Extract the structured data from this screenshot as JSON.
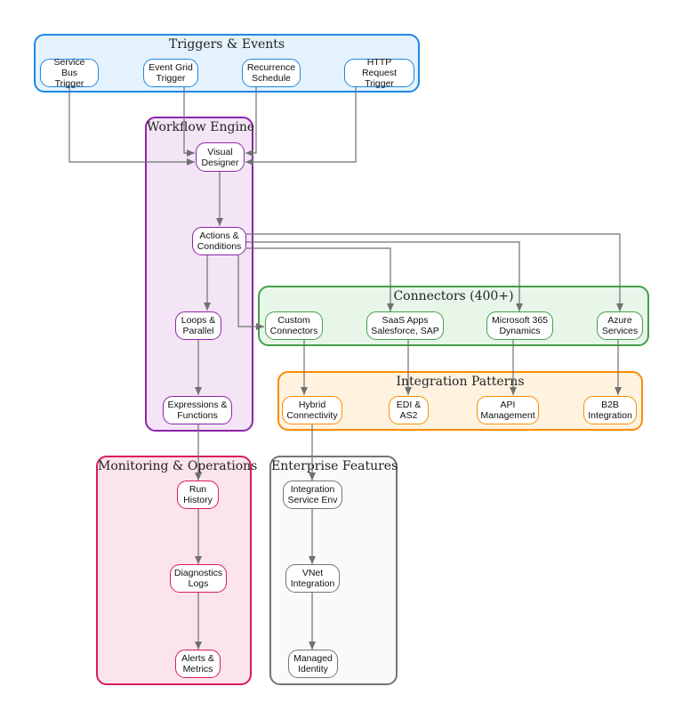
{
  "colors": {
    "triggers": {
      "border": "#1e88e5",
      "fill": "#e3f2fd"
    },
    "engine": {
      "border": "#8e24aa",
      "fill": "#f3e5f5"
    },
    "connectors": {
      "border": "#43a047",
      "fill": "#e8f5e9"
    },
    "patterns": {
      "border": "#fb8c00",
      "fill": "#fff3e0"
    },
    "monitoring": {
      "border": "#d81b60",
      "fill": "#fce4ec"
    },
    "enterprise": {
      "border": "#757575",
      "fill": "#fafafa"
    },
    "edge": "#707070"
  },
  "groups": {
    "triggers": "Triggers & Events",
    "engine": "Workflow Engine",
    "connectors": "Connectors (400+)",
    "patterns": "Integration Patterns",
    "monitoring": "Monitoring & Operations",
    "enterprise": "Enterprise Features"
  },
  "nodes": {
    "service_bus": "Service Bus\nTrigger",
    "event_grid": "Event Grid\nTrigger",
    "recurrence": "Recurrence\nSchedule",
    "http_request": "HTTP Request\nTrigger",
    "visual_designer": "Visual\nDesigner",
    "actions": "Actions &\nConditions",
    "loops": "Loops &\nParallel",
    "expressions": "Expressions &\nFunctions",
    "custom_connectors": "Custom\nConnectors",
    "saas_apps": "SaaS Apps\nSalesforce, SAP",
    "m365": "Microsoft 365\nDynamics",
    "azure_services": "Azure\nServices",
    "hybrid": "Hybrid\nConnectivity",
    "edi": "EDI &\nAS2",
    "api_mgmt": "API\nManagement",
    "b2b": "B2B\nIntegration",
    "run_history": "Run\nHistory",
    "diagnostics": "Diagnostics\nLogs",
    "alerts": "Alerts &\nMetrics",
    "ise": "Integration\nService Env",
    "vnet": "VNet\nIntegration",
    "managed_identity": "Managed\nIdentity"
  }
}
